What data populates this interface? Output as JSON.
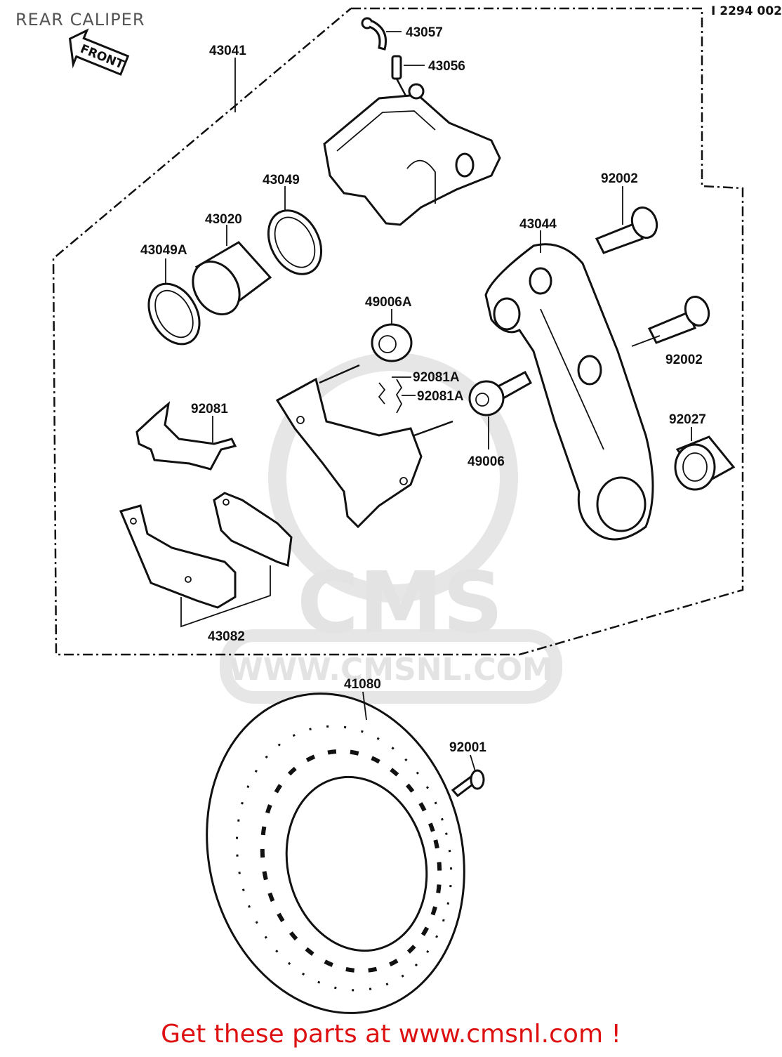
{
  "header": {
    "title": "REAR CALIPER",
    "diagram_code": "I 2294 002"
  },
  "front_arrow": {
    "label": "FRONT"
  },
  "watermark": {
    "brand": "CMS",
    "url": "WWW.CMSNL.COM"
  },
  "callouts": {
    "p43057": "43057",
    "p43056": "43056",
    "p43041": "43041",
    "p43049": "43049",
    "p43020": "43020",
    "p43049A": "43049A",
    "p92002a": "92002",
    "p43044": "43044",
    "p49006A": "49006A",
    "p92002b": "92002",
    "p92081A1": "92081A",
    "p92081A2": "92081A",
    "p92081": "92081",
    "p92027": "92027",
    "p49006": "49006",
    "p43082": "43082",
    "p41080": "41080",
    "p92001": "92001"
  },
  "footer": {
    "cta": "Get these parts at www.cmsnl.com !"
  }
}
